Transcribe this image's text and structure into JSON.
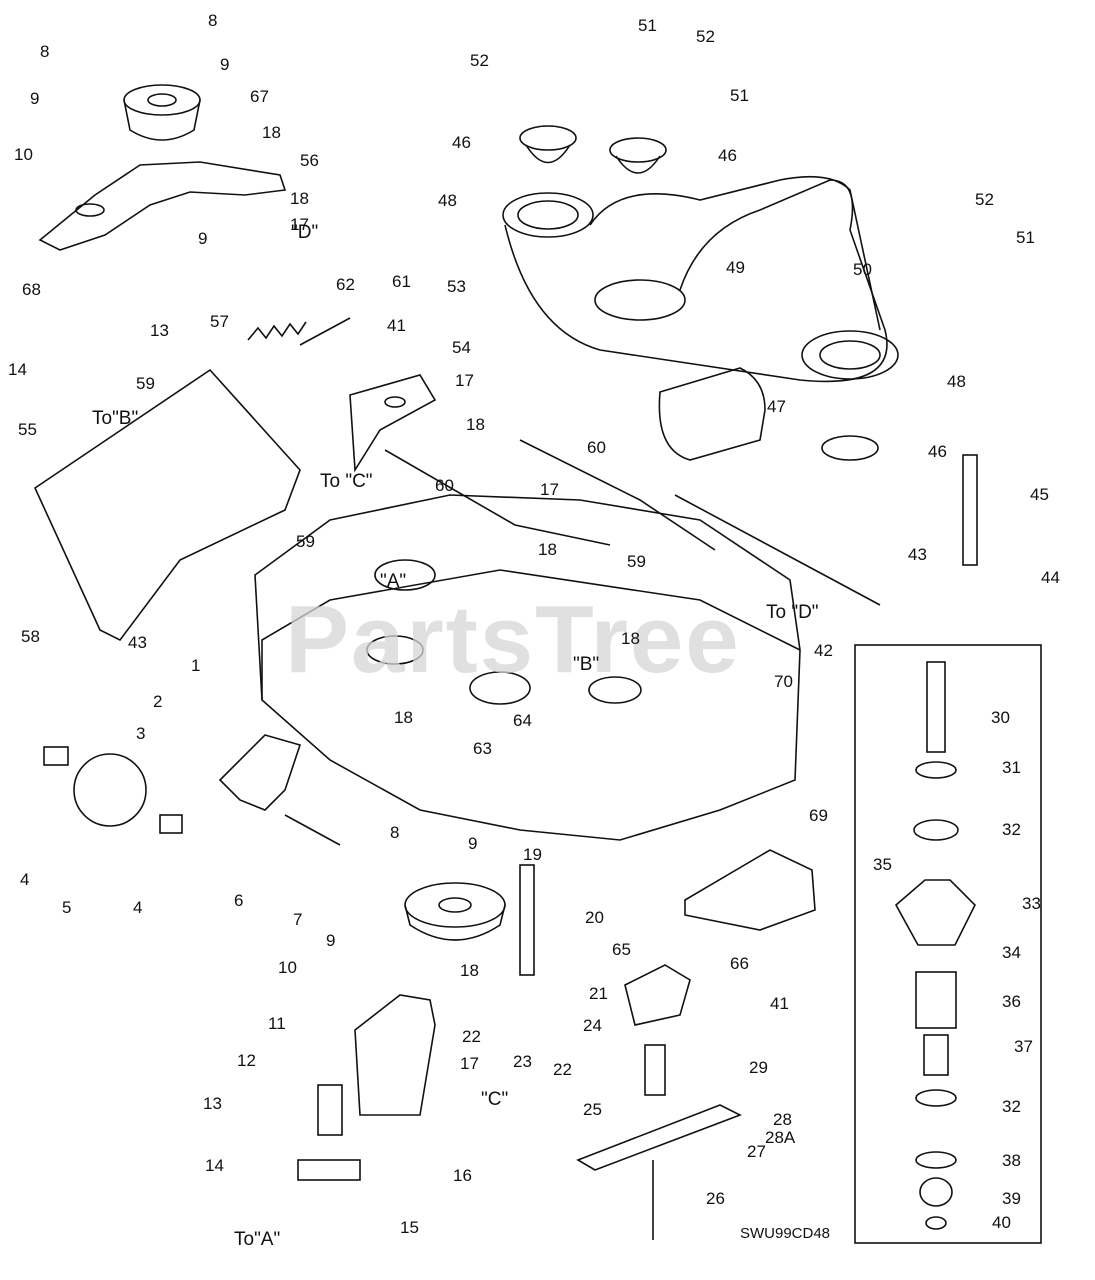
{
  "diagram": {
    "drawing_code": "SWU99CD48",
    "watermark": "PartsTree",
    "references": {
      "to_a": "To\"A\"",
      "to_b": "To\"B\"",
      "to_c": "To \"C\"",
      "to_d": "To \"D\"",
      "a": "\"A\"",
      "b": "\"B\"",
      "c": "\"C\"",
      "d": "\"D\""
    },
    "callouts": [
      {
        "id": "c8a",
        "text": "8"
      },
      {
        "id": "c9a",
        "text": "9"
      },
      {
        "id": "c67",
        "text": "67"
      },
      {
        "id": "c8b",
        "text": "8"
      },
      {
        "id": "c9b",
        "text": "9"
      },
      {
        "id": "c10a",
        "text": "10"
      },
      {
        "id": "c18a",
        "text": "18"
      },
      {
        "id": "c56",
        "text": "56"
      },
      {
        "id": "c18b",
        "text": "18"
      },
      {
        "id": "c17a",
        "text": "17"
      },
      {
        "id": "c9c",
        "text": "9"
      },
      {
        "id": "c68",
        "text": "68"
      },
      {
        "id": "c13a",
        "text": "13"
      },
      {
        "id": "c57",
        "text": "57"
      },
      {
        "id": "c14a",
        "text": "14"
      },
      {
        "id": "c55",
        "text": "55"
      },
      {
        "id": "c59a",
        "text": "59"
      },
      {
        "id": "c62",
        "text": "62"
      },
      {
        "id": "c61",
        "text": "61"
      },
      {
        "id": "c41a",
        "text": "41"
      },
      {
        "id": "c54",
        "text": "54"
      },
      {
        "id": "c52a",
        "text": "52"
      },
      {
        "id": "c51a",
        "text": "51"
      },
      {
        "id": "c52b",
        "text": "52"
      },
      {
        "id": "c51b",
        "text": "51"
      },
      {
        "id": "c46a",
        "text": "46"
      },
      {
        "id": "c46b",
        "text": "46"
      },
      {
        "id": "c48a",
        "text": "48"
      },
      {
        "id": "c52c",
        "text": "52"
      },
      {
        "id": "c51c",
        "text": "51"
      },
      {
        "id": "c49",
        "text": "49"
      },
      {
        "id": "c50",
        "text": "50"
      },
      {
        "id": "c53",
        "text": "53"
      },
      {
        "id": "c48b",
        "text": "48"
      },
      {
        "id": "c47",
        "text": "47"
      },
      {
        "id": "c46c",
        "text": "46"
      },
      {
        "id": "c17b",
        "text": "17"
      },
      {
        "id": "c18c",
        "text": "18"
      },
      {
        "id": "c60a",
        "text": "60"
      },
      {
        "id": "c60b",
        "text": "60"
      },
      {
        "id": "c17c",
        "text": "17"
      },
      {
        "id": "c18d",
        "text": "18"
      },
      {
        "id": "c59b",
        "text": "59"
      },
      {
        "id": "c45",
        "text": "45"
      },
      {
        "id": "c43a",
        "text": "43"
      },
      {
        "id": "c44",
        "text": "44"
      },
      {
        "id": "c59c",
        "text": "59"
      },
      {
        "id": "c58",
        "text": "58"
      },
      {
        "id": "c43b",
        "text": "43"
      },
      {
        "id": "c18e",
        "text": "18"
      },
      {
        "id": "c42",
        "text": "42"
      },
      {
        "id": "c1",
        "text": "1"
      },
      {
        "id": "c18f",
        "text": "18"
      },
      {
        "id": "c70",
        "text": "70"
      },
      {
        "id": "c2",
        "text": "2"
      },
      {
        "id": "c64",
        "text": "64"
      },
      {
        "id": "c30",
        "text": "30"
      },
      {
        "id": "c3",
        "text": "3"
      },
      {
        "id": "c63",
        "text": "63"
      },
      {
        "id": "c31",
        "text": "31"
      },
      {
        "id": "c32a",
        "text": "32"
      },
      {
        "id": "c4a",
        "text": "4"
      },
      {
        "id": "c5",
        "text": "5"
      },
      {
        "id": "c4b",
        "text": "4"
      },
      {
        "id": "c6",
        "text": "6"
      },
      {
        "id": "c7",
        "text": "7"
      },
      {
        "id": "c8c",
        "text": "8"
      },
      {
        "id": "c9d",
        "text": "9"
      },
      {
        "id": "c19",
        "text": "19"
      },
      {
        "id": "c69",
        "text": "69"
      },
      {
        "id": "c35",
        "text": "35"
      },
      {
        "id": "c33",
        "text": "33"
      },
      {
        "id": "c20",
        "text": "20"
      },
      {
        "id": "c9e",
        "text": "9"
      },
      {
        "id": "c65",
        "text": "65"
      },
      {
        "id": "c34",
        "text": "34"
      },
      {
        "id": "c10b",
        "text": "10"
      },
      {
        "id": "c18g",
        "text": "18"
      },
      {
        "id": "c66",
        "text": "66"
      },
      {
        "id": "c41b",
        "text": "41"
      },
      {
        "id": "c36",
        "text": "36"
      },
      {
        "id": "c21",
        "text": "21"
      },
      {
        "id": "c11",
        "text": "11"
      },
      {
        "id": "c22a",
        "text": "22"
      },
      {
        "id": "c24",
        "text": "24"
      },
      {
        "id": "c23",
        "text": "23"
      },
      {
        "id": "c22b",
        "text": "22"
      },
      {
        "id": "c37",
        "text": "37"
      },
      {
        "id": "c12",
        "text": "12"
      },
      {
        "id": "c17d",
        "text": "17"
      },
      {
        "id": "c29",
        "text": "29"
      },
      {
        "id": "c13b",
        "text": "13"
      },
      {
        "id": "c25",
        "text": "25"
      },
      {
        "id": "c28",
        "text": "28"
      },
      {
        "id": "c28a",
        "text": "28A"
      },
      {
        "id": "c32b",
        "text": "32"
      },
      {
        "id": "c27",
        "text": "27"
      },
      {
        "id": "c38",
        "text": "38"
      },
      {
        "id": "c14b",
        "text": "14"
      },
      {
        "id": "c16",
        "text": "16"
      },
      {
        "id": "c26",
        "text": "26"
      },
      {
        "id": "c39",
        "text": "39"
      },
      {
        "id": "c15",
        "text": "15"
      },
      {
        "id": "c40",
        "text": "40"
      }
    ]
  }
}
